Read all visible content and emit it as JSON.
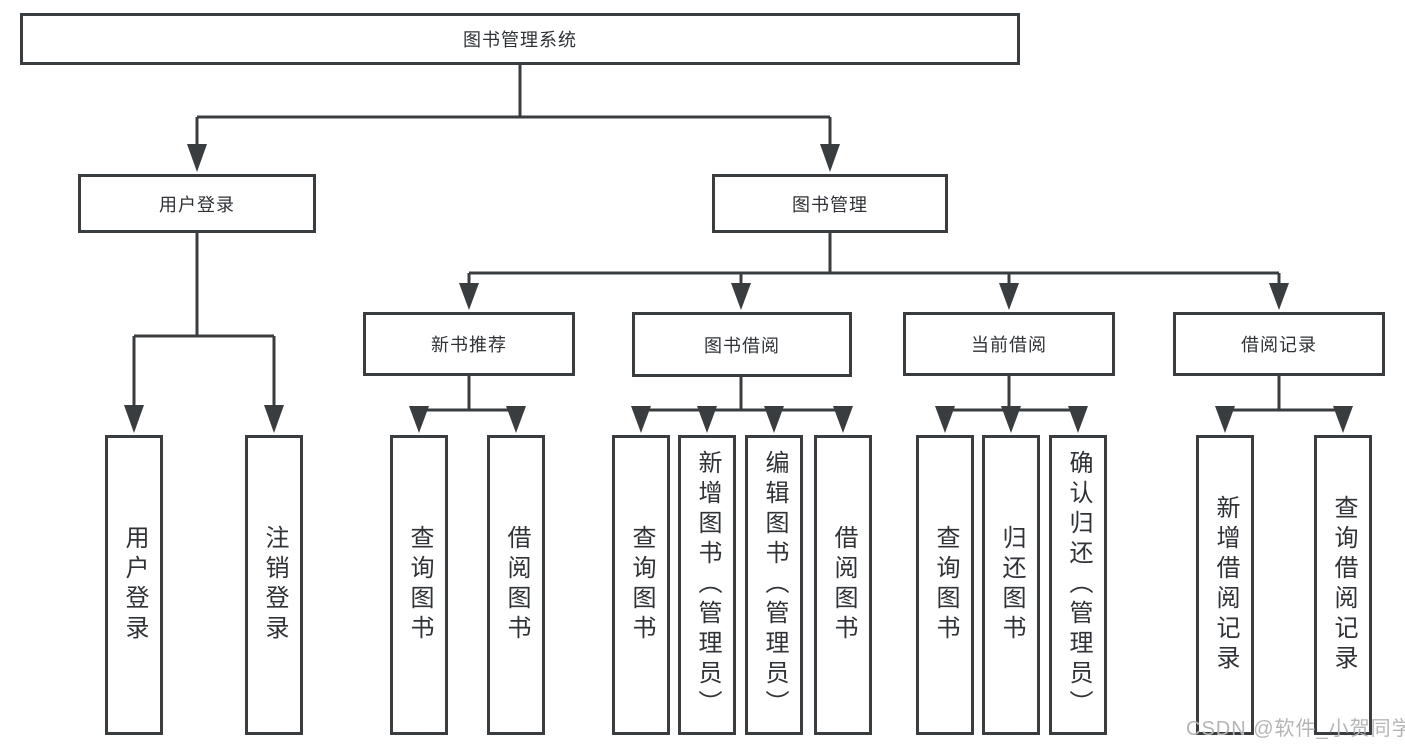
{
  "diagram": {
    "root": {
      "label": "图书管理系统"
    },
    "level2": [
      {
        "id": "user-login",
        "label": "用户登录"
      },
      {
        "id": "book-management",
        "label": "图书管理"
      }
    ],
    "level3": [
      {
        "id": "new-book-recommend",
        "label": "新书推荐",
        "parent": "图书管理"
      },
      {
        "id": "book-borrow",
        "label": "图书借阅",
        "parent": "图书管理"
      },
      {
        "id": "current-borrow",
        "label": "当前借阅",
        "parent": "图书管理"
      },
      {
        "id": "borrow-records",
        "label": "借阅记录",
        "parent": "图书管理"
      }
    ],
    "leaves": [
      {
        "label": "用户登录",
        "parent": "用户登录"
      },
      {
        "label": "注销登录",
        "parent": "用户登录"
      },
      {
        "label": "查询图书",
        "parent": "新书推荐"
      },
      {
        "label": "借阅图书",
        "parent": "新书推荐"
      },
      {
        "label": "查询图书",
        "parent": "图书借阅"
      },
      {
        "label": "新增图书（管理员）",
        "parent": "图书借阅"
      },
      {
        "label": "编辑图书（管理员）",
        "parent": "图书借阅"
      },
      {
        "label": "借阅图书",
        "parent": "图书借阅"
      },
      {
        "label": "查询图书",
        "parent": "当前借阅"
      },
      {
        "label": "归还图书",
        "parent": "当前借阅"
      },
      {
        "label": "确认归还（管理员）",
        "parent": "当前借阅"
      },
      {
        "label": "新增借阅记录",
        "parent": "借阅记录"
      },
      {
        "label": "查询借阅记录",
        "parent": "借阅记录"
      }
    ],
    "watermark": "CSDN @软件_小贺同学",
    "colors": {
      "line": "#3a3d40",
      "text": "#2f3236",
      "watermark": "#b5b5b5",
      "background": "#ffffff"
    }
  }
}
